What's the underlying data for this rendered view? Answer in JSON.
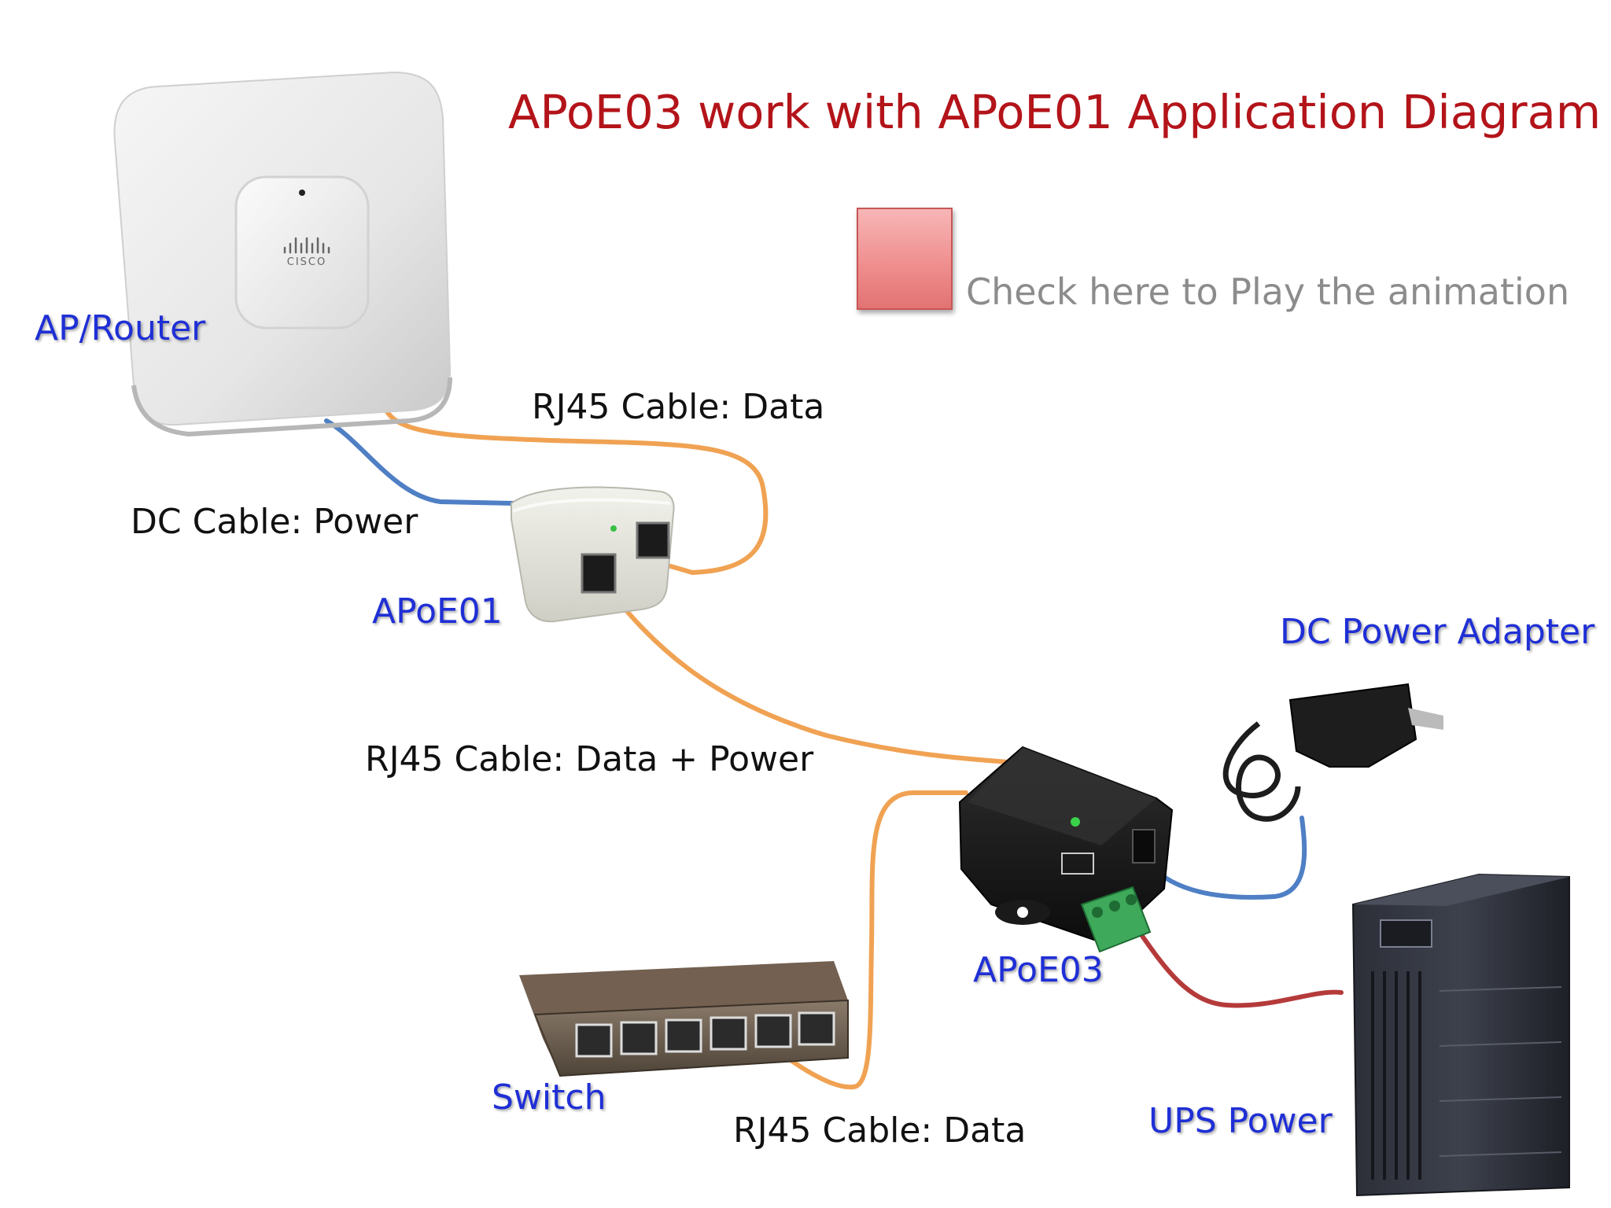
{
  "title": "APoE03 work with APoE01 Application Diagram",
  "play": {
    "caption": "Check here to Play the animation",
    "icon": "play-icon"
  },
  "devices": {
    "ap_router": "AP/Router",
    "apoe01": "APoE01",
    "apoe03": "APoE03",
    "dc_power_adapter": "DC Power Adapter",
    "switch": "Switch",
    "ups_power": "UPS Power"
  },
  "cables": {
    "rj45_data_top": "RJ45 Cable: Data",
    "dc_power": "DC Cable: Power",
    "rj45_data_power": "RJ45 Cable: Data + Power",
    "rj45_data_bottom": "RJ45 Cable: Data"
  },
  "logo_text": "cisco",
  "colors": {
    "title": "#b3141a",
    "device_label": "#1f2fd6",
    "rj45_cable": "#f0a253",
    "dc_cable": "#4f7fc4",
    "ups_cable": "#b53a3a",
    "play_button": "#f08f8f"
  }
}
